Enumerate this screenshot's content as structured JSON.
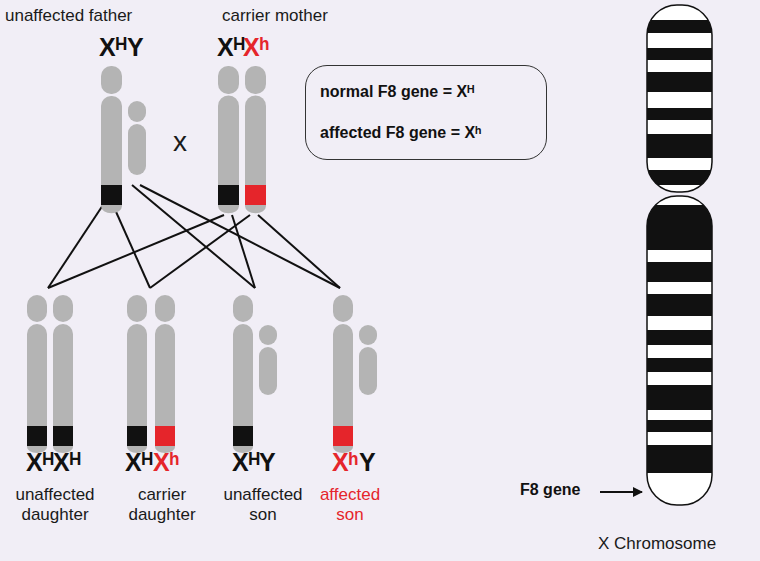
{
  "diagram": {
    "nodes": [
      {
        "text": [
          "normal F8 gene = Xᴴ",
          "affected F8 gene = Xʰ"
        ]
      }
    ],
    "labels": [
      "unaffected father",
      "carrier mother",
      "Xᴴ",
      "Y",
      "Xᴴ",
      "Xʰ",
      "x",
      "Xᴴ",
      "Xᴴ",
      "Xᴴ",
      "Xʰ",
      "Xᴴ",
      "Y",
      "Xʰ",
      "Y",
      "unaffected daughter",
      "carrier daughter",
      "unaffected son",
      "affected son",
      "F8 gene",
      "X Chromosome"
    ]
  }
}
